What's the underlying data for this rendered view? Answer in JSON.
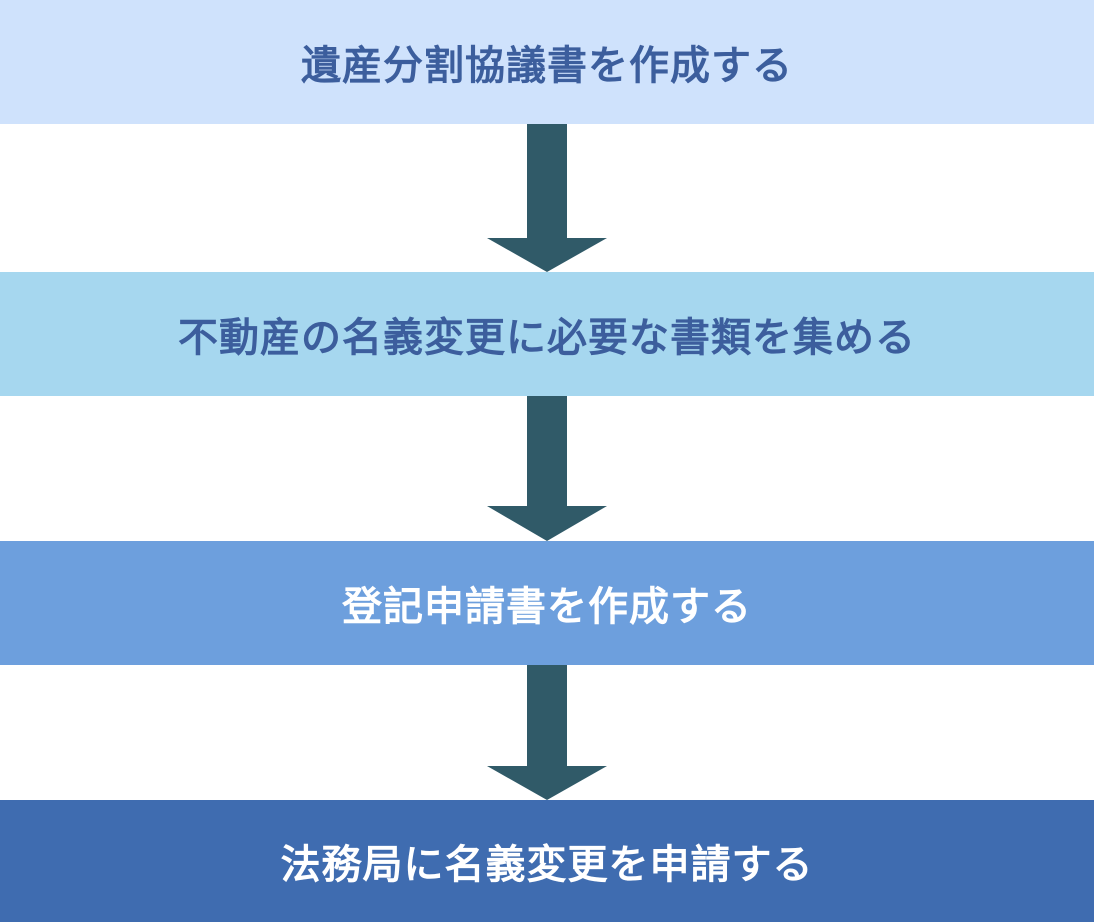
{
  "steps": [
    {
      "label": "遺産分割協議書を作成する",
      "bg": "#cfe2fc",
      "fg": "#3c5e9d"
    },
    {
      "label": "不動産の名義変更に必要な書類を集める",
      "bg": "#a6d7ef",
      "fg": "#3c5e9d"
    },
    {
      "label": "登記申請書を作成する",
      "bg": "#6d9fdd",
      "fg": "#ffffff"
    },
    {
      "label": "法務局に名義変更を申請する",
      "bg": "#3f6cb0",
      "fg": "#ffffff"
    }
  ],
  "colors": {
    "arrow": "#305a68",
    "background": "#ffffff"
  }
}
